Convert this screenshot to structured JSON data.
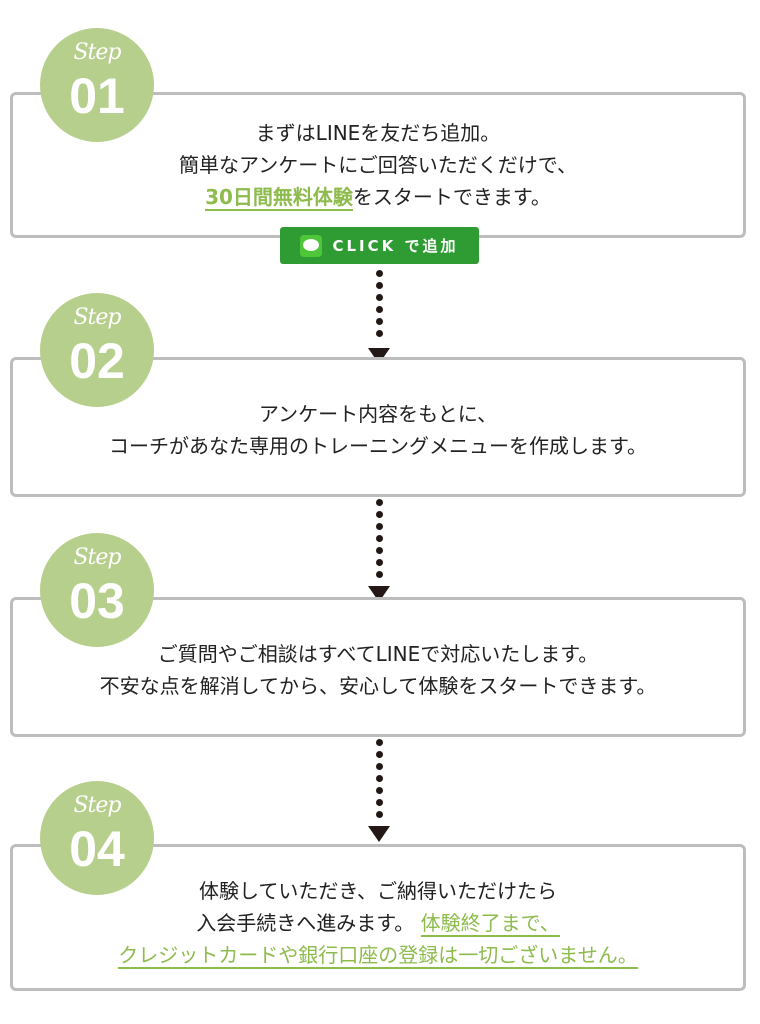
{
  "steps": [
    {
      "step_label": "Step",
      "number": "01",
      "lines": [
        "まずはLINEを友だち追加。",
        "簡単なアンケートにご回答いただくだけで、"
      ],
      "line3_highlight": "30日間無料体験",
      "line3_rest": "をスタートできます。"
    },
    {
      "step_label": "Step",
      "number": "02",
      "lines": [
        "アンケート内容をもとに、",
        "コーチがあなた専用のトレーニングメニューを作成します。"
      ]
    },
    {
      "step_label": "Step",
      "number": "03",
      "lines": [
        "ご質問やご相談はすべてLINEで対応いたします。",
        "不安な点を解消してから、安心して体験をスタートできます。"
      ]
    },
    {
      "step_label": "Step",
      "number": "04",
      "line1": "体験していただき、ご納得いただけたら",
      "line2_plain": "入会手続きへ進みます。",
      "line2_highlight": "体験終了まで、",
      "line3_highlight": "クレジットカードや銀行口座の登録は一切ございません。"
    }
  ],
  "line_button": {
    "icon": "line-logo-icon",
    "label": "CLICK で追加"
  },
  "colors": {
    "accent_green": "#b7cf8c",
    "highlight_green": "#8dbb4c",
    "line_button_green": "#2e9c33",
    "border_gray": "#bdbdbd"
  }
}
